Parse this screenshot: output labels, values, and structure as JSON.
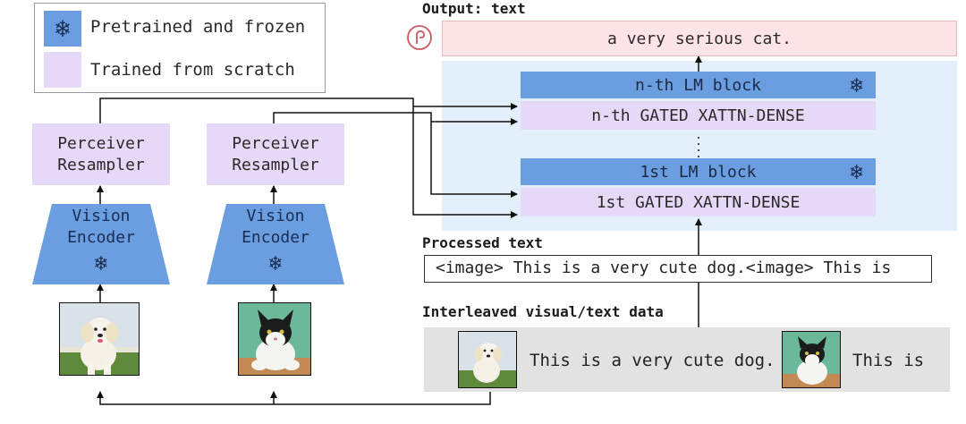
{
  "legend": {
    "items": [
      {
        "label": "Pretrained and frozen",
        "color": "#6b9ee0",
        "icon": "snowflake-icon"
      },
      {
        "label": "Trained from scratch",
        "color": "#e6d8f7"
      }
    ]
  },
  "left_stack": {
    "resampler": {
      "line1": "Perceiver",
      "line2": "Resampler"
    },
    "encoder": {
      "line1": "Vision",
      "line2": "Encoder"
    },
    "image": "dog-photo"
  },
  "right_stack": {
    "resampler": {
      "line1": "Perceiver",
      "line2": "Resampler"
    },
    "encoder": {
      "line1": "Vision",
      "line2": "Encoder"
    },
    "image": "cat-photo"
  },
  "output": {
    "title": "Output: text",
    "text": "a very serious cat."
  },
  "lm": {
    "nth_block": "n-th LM block",
    "nth_xattn": "n-th GATED XATTN-DENSE",
    "first_block": "1st LM block",
    "first_xattn": "1st GATED XATTN-DENSE"
  },
  "processed": {
    "title": "Processed text",
    "text": "<image> This is a very cute dog.<image> This is"
  },
  "interleaved": {
    "title": "Interleaved visual/text data",
    "text1": "This is a very cute dog.",
    "text2": "This is"
  },
  "colors": {
    "frozen_blue": "#6b9ee0",
    "scratch_purple": "#e6d8f7",
    "output_pink": "#fde4e6",
    "lm_region": "#e3f0fb",
    "interleaved_gray": "#e2e2e2"
  }
}
